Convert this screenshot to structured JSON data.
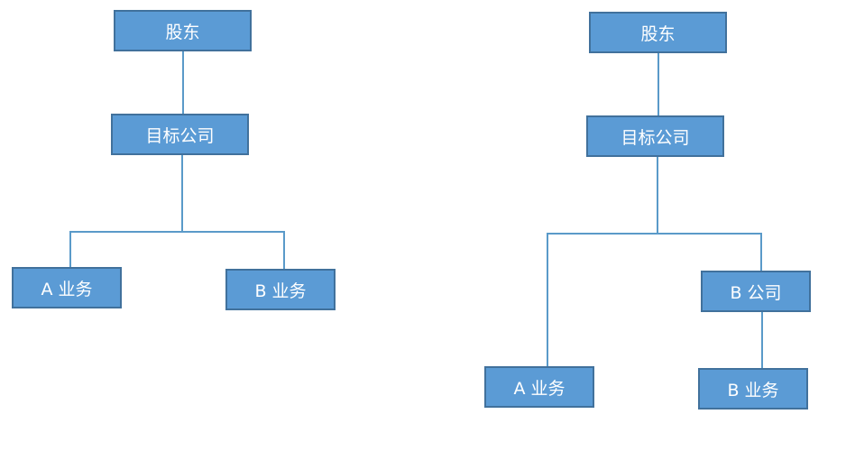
{
  "left_diagram": {
    "shareholder": "股东",
    "target_company": "目标公司",
    "business_a": "A 业务",
    "business_b": "B 业务"
  },
  "right_diagram": {
    "shareholder": "股东",
    "target_company": "目标公司",
    "company_b": "B 公司",
    "business_a": "A 业务",
    "business_b": "B 业务"
  },
  "colors": {
    "box_fill": "#5b9bd5",
    "box_border": "#41719c",
    "connector": "#5a9ac9",
    "text": "#ffffff"
  }
}
